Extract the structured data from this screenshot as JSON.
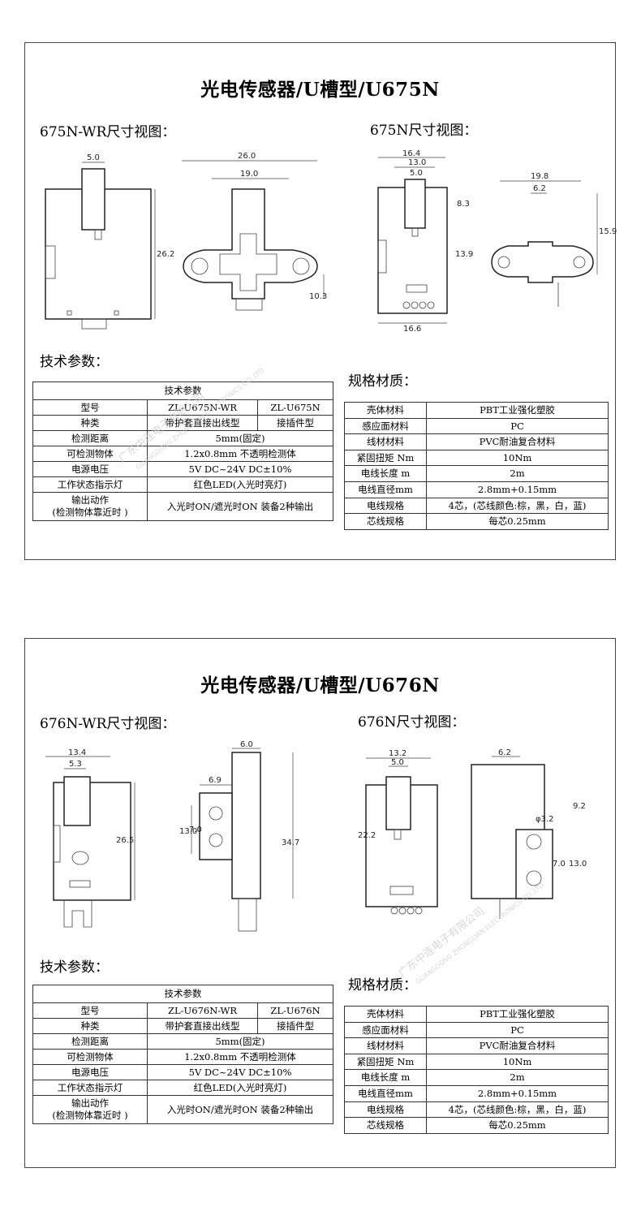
{
  "panel1": {
    "title": "光电传感器/U槽型/U675N",
    "view_left": "675N-WR尺寸视图：",
    "view_right": "675N尺寸视图：",
    "dims_left": [
      "5.0",
      "26.2",
      "26.0",
      "19.0",
      "10.3"
    ],
    "dims_right": [
      "16.4",
      "13.0",
      "5.0",
      "8.3",
      "13.9",
      "16.6",
      "19.8",
      "6.2",
      "15.9"
    ],
    "tech_heading": "技术参数：",
    "spec_heading": "规格材质：",
    "tech_table": {
      "caption": "技术参数",
      "rows": [
        [
          "型号",
          "ZL-U675N-WR",
          "ZL-U675N"
        ],
        [
          "种类",
          "带护套直接出线型",
          "接插件型"
        ],
        [
          "检测距离",
          "5mm(固定)"
        ],
        [
          "可检测物体",
          "1.2x0.8mm  不透明检测体"
        ],
        [
          "电源电压",
          "5V DC~24V DC±10%"
        ],
        [
          "工作状态指示灯",
          "红色LED(入光时亮灯)"
        ],
        [
          "输出动作",
          "(检测物体靠近时  )",
          "入光时ON/遮光时ON  装备2种输出"
        ]
      ]
    },
    "spec_table": [
      [
        "壳体材料",
        "PBT工业强化塑胶"
      ],
      [
        "感应面材料",
        "PC"
      ],
      [
        "线材材料",
        "PVC耐油复合材料"
      ],
      [
        "紧固扭矩  Nm",
        "10Nm"
      ],
      [
        "电线长度  m",
        "2m"
      ],
      [
        "电线直径mm",
        "2.8mm+0.15mm"
      ],
      [
        "电线规格",
        "4芯，(芯线颜色:棕，黑，白，蓝)"
      ],
      [
        "芯线规格",
        "每芯0.25mm"
      ]
    ]
  },
  "panel2": {
    "title": "光电传感器/U槽型/U676N",
    "view_left": "676N-WR尺寸视图：",
    "view_right": "676N尺寸视图：",
    "dims_left": [
      "13.4",
      "5.3",
      "26.5",
      "6.0",
      "6.9",
      "13.0",
      "7.0",
      "34.7"
    ],
    "dims_right": [
      "13.2",
      "5.0",
      "22.2",
      "6.2",
      "9.2",
      "φ3.2",
      "7.0",
      "13.0"
    ],
    "tech_heading": "技术参数：",
    "spec_heading": "规格材质：",
    "tech_table": {
      "caption": "技术参数",
      "rows": [
        [
          "型号",
          "ZL-U676N-WR",
          "ZL-U676N"
        ],
        [
          "种类",
          "带护套直接出线型",
          "接插件型"
        ],
        [
          "检测距离",
          "5mm(固定)"
        ],
        [
          "可检测物体",
          "1.2x0.8mm  不透明检测体"
        ],
        [
          "电源电压",
          "5V DC~24V DC±10%"
        ],
        [
          "工作状态指示灯",
          "红色LED(入光时亮灯)"
        ],
        [
          "输出动作",
          "(检测物体靠近时  )",
          "入光时ON/遮光时ON  装备2种输出"
        ]
      ]
    },
    "spec_table": [
      [
        "壳体材料",
        "PBT工业强化塑胶"
      ],
      [
        "感应面材料",
        "PC"
      ],
      [
        "线材材料",
        "PVC耐油复合材料"
      ],
      [
        "紧固扭矩  Nm",
        "10Nm"
      ],
      [
        "电线长度  m",
        "2m"
      ],
      [
        "电线直径mm",
        "2.8mm+0.15mm"
      ],
      [
        "电线规格",
        "4芯，(芯线颜色:棕，黑，白，蓝)"
      ],
      [
        "芯线规格",
        "每芯0.25mm"
      ]
    ]
  },
  "watermark": {
    "cn": "广东中连电子有限公司",
    "en": "GUANGDONG ZHONGLIAN ELECTRONICS CO.,LTD"
  }
}
